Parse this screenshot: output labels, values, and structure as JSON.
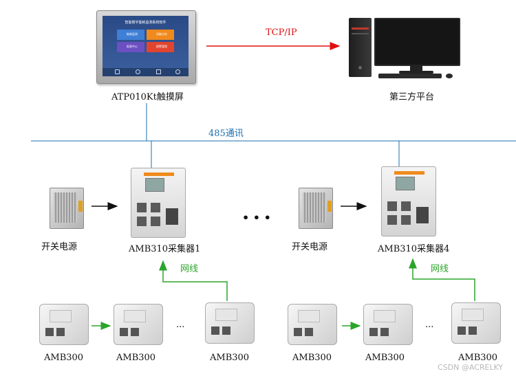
{
  "touchscreen": {
    "label": "ATP010Kt触摸屏",
    "screen_title": "智能楼宇能耗监测系统软件",
    "menu": [
      "能耗监测",
      "用能分析",
      "报表中心",
      "报警管理"
    ]
  },
  "link_label": "TCP/IP",
  "platform_label": "第三方平台",
  "bus_label": "485通讯",
  "left_group": {
    "power_label": "开关电源",
    "collector_label": "AMB310采集器1",
    "net_label": "网线",
    "devices": [
      "AMB300",
      "AMB300",
      "AMB300"
    ],
    "ellipsis": "..."
  },
  "center_ellipsis": "• • •",
  "right_group": {
    "power_label": "开关电源",
    "collector_label": "AMB310采集器4",
    "net_label": "网线",
    "devices": [
      "AMB300",
      "AMB300",
      "AMB300"
    ],
    "ellipsis": "..."
  },
  "watermark": "CSDN @ACRELKY",
  "colors": {
    "tcp_arrow": "#e01010",
    "bus_line": "#1a6fb0",
    "net_line": "#2aa52a"
  }
}
